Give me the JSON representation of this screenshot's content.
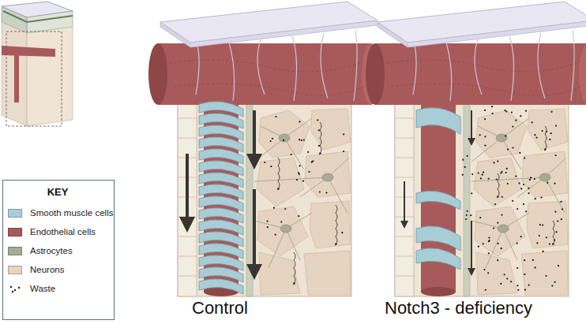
{
  "diagram": {
    "labels": [
      "KEY",
      "Control",
      "Notch3 - deficiency"
    ],
    "legend": [
      {
        "text": "Smooth muscle cells",
        "color": "#a9cdd6"
      },
      {
        "text": "Endothelial cells",
        "color": "#a85a5a"
      },
      {
        "text": "Astrocytes",
        "color": "#a7ab96"
      },
      {
        "text": "Neurons",
        "color": "#e6d3c0"
      },
      {
        "text": "Waste"
      }
    ]
  }
}
